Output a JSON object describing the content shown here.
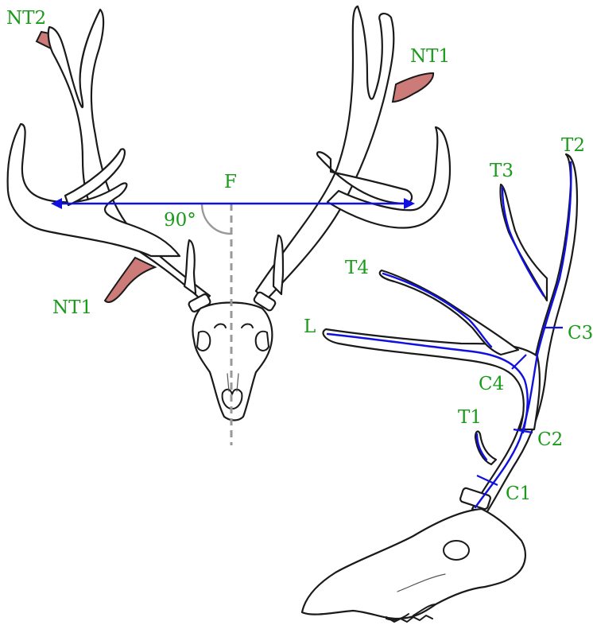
{
  "colors": {
    "label": "#1a9a1a",
    "measure": "#1010e0",
    "nontypical": "#cc7b78",
    "guide": "#999999",
    "outline": "#1a1a1a"
  },
  "front_view": {
    "labels": {
      "nt2": "NT2",
      "nt1_right": "NT1",
      "nt1_left": "NT1",
      "spread": "F",
      "angle": "90°"
    }
  },
  "side_view": {
    "labels": {
      "t1": "T1",
      "t2": "T2",
      "t3": "T3",
      "t4": "T4",
      "main_beam": "L",
      "c1": "C1",
      "c2": "C2",
      "c3": "C3",
      "c4": "C4"
    }
  }
}
